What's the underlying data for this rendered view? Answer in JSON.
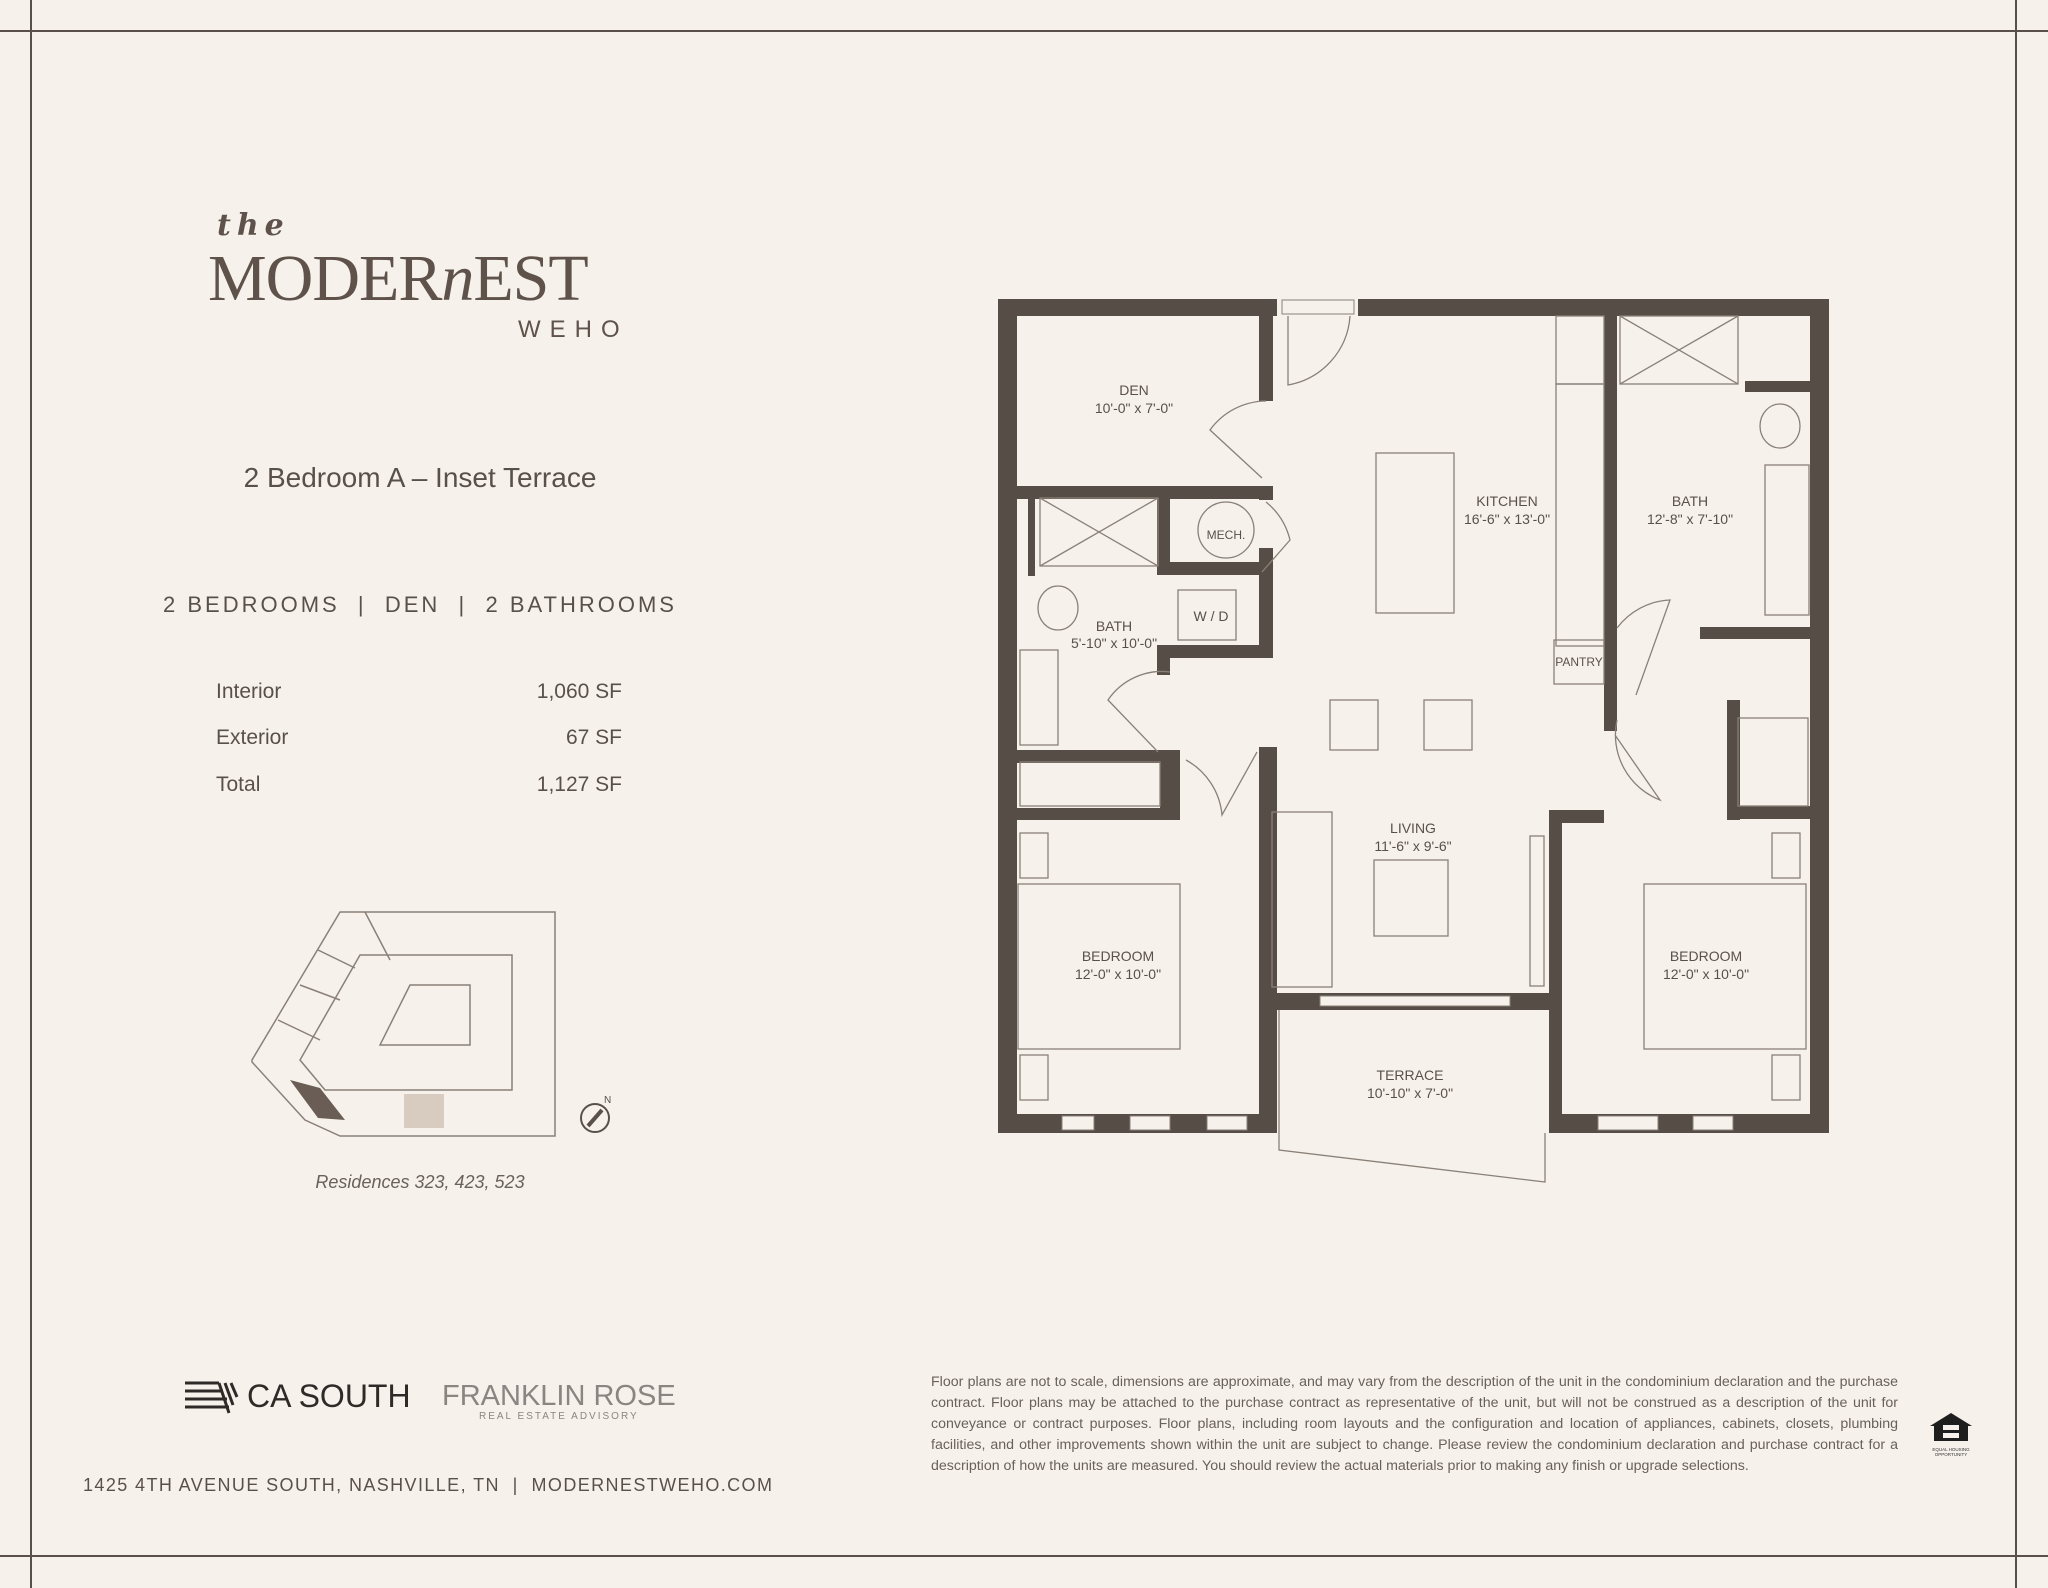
{
  "brand": {
    "the": "the",
    "name_a": "MODER",
    "name_b": "n",
    "name_c": "EST",
    "location": "WEHO"
  },
  "unit": {
    "title": "2 Bedroom A – Inset Terrace",
    "summary": "2 BEDROOMS  |  DEN  |  2 BATHROOMS",
    "areas": [
      {
        "label": "Interior",
        "value": "1,060 SF"
      },
      {
        "label": "Exterior",
        "value": "67 SF"
      },
      {
        "label": "Total",
        "value": "1,127 SF"
      }
    ]
  },
  "keyplan": {
    "residences": "Residences 323, 423, 523",
    "north": "N"
  },
  "floorplan": {
    "rooms": [
      {
        "name": "DEN",
        "size": "10'-0\" x 7'-0\""
      },
      {
        "name": "KITCHEN",
        "size": "16'-6\" x 13'-0\""
      },
      {
        "name": "BATH",
        "size": "12'-8\" x 7'-10\""
      },
      {
        "name": "BATH",
        "size": "5'-10\" x 10'-0\""
      },
      {
        "name": "LIVING",
        "size": "11'-6\" x 9'-6\""
      },
      {
        "name": "BEDROOM",
        "size": "12'-0\" x 10'-0\""
      },
      {
        "name": "BEDROOM",
        "size": "12'-0\" x 10'-0\""
      },
      {
        "name": "TERRACE",
        "size": "10'-10\" x 7'-0\""
      }
    ],
    "labels": {
      "mech": "MECH.",
      "wd": "W / D",
      "pantry": "PANTRY"
    }
  },
  "footer": {
    "developer": "CA SOUTH",
    "broker": "FRANKLIN ROSE",
    "broker_sub": "REAL ESTATE ADVISORY",
    "address": "1425 4TH AVENUE SOUTH, NASHVILLE, TN  |  MODERNESTWEHO.COM",
    "disclaimer": "Floor plans are not to scale, dimensions are approximate, and may vary from the description of the unit in the condominium declaration and the purchase contract. Floor plans may be attached to the purchase contract as representative of the unit, but will not be construed as a description of the unit for conveyance or contract purposes. Floor plans, including room layouts and the configuration and location of appliances, cabinets, closets, plumbing facilities, and other improvements shown within the unit are subject to change. Please review the condominium declaration and purchase contract for a description of how the units are measured. You should review the actual materials prior to making any finish or upgrade selections.",
    "eho": "EQUAL HOUSING OPPORTUNITY"
  },
  "colors": {
    "background": "#f6f2eb",
    "wall": "#574d47",
    "text": "#5a504a"
  }
}
